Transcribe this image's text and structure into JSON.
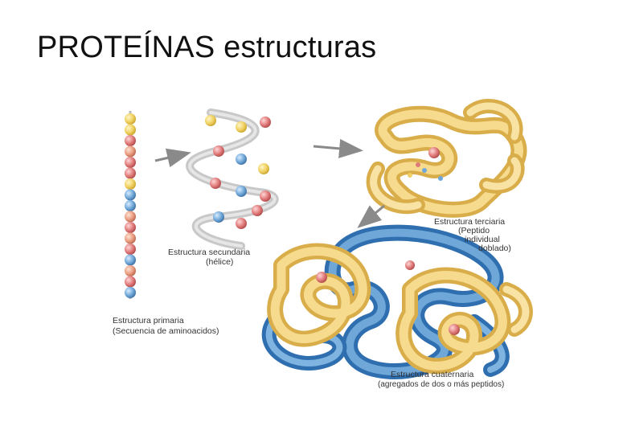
{
  "slide": {
    "title": "PROTEÍNAS estructuras"
  },
  "figure": {
    "primary": {
      "line1": "Estructura primaria",
      "line2": "(Secuencia de aminoacidos)"
    },
    "secondary": {
      "line1": "Estructura secundaria",
      "line2": "(hélice)"
    },
    "tertiary": {
      "line1": "Estructura terciaria",
      "line2": "(Peptido",
      "line3": "individual",
      "line4": "doblado)"
    },
    "quaternary": {
      "line1": "Estructura cuaternaria",
      "line2": "(agregados de dos o más peptidos)"
    }
  },
  "colors": {
    "helix_yellow": "#f3d27a",
    "chain_blue": "#4a8fd0",
    "bead_red": "#e07a7a",
    "bead_yellow": "#f0d060",
    "bead_blue": "#6fa7d8",
    "arrow_gray": "#8a8a8a"
  },
  "icons": [
    "arrow-right-icon",
    "arrow-down-left-icon"
  ]
}
